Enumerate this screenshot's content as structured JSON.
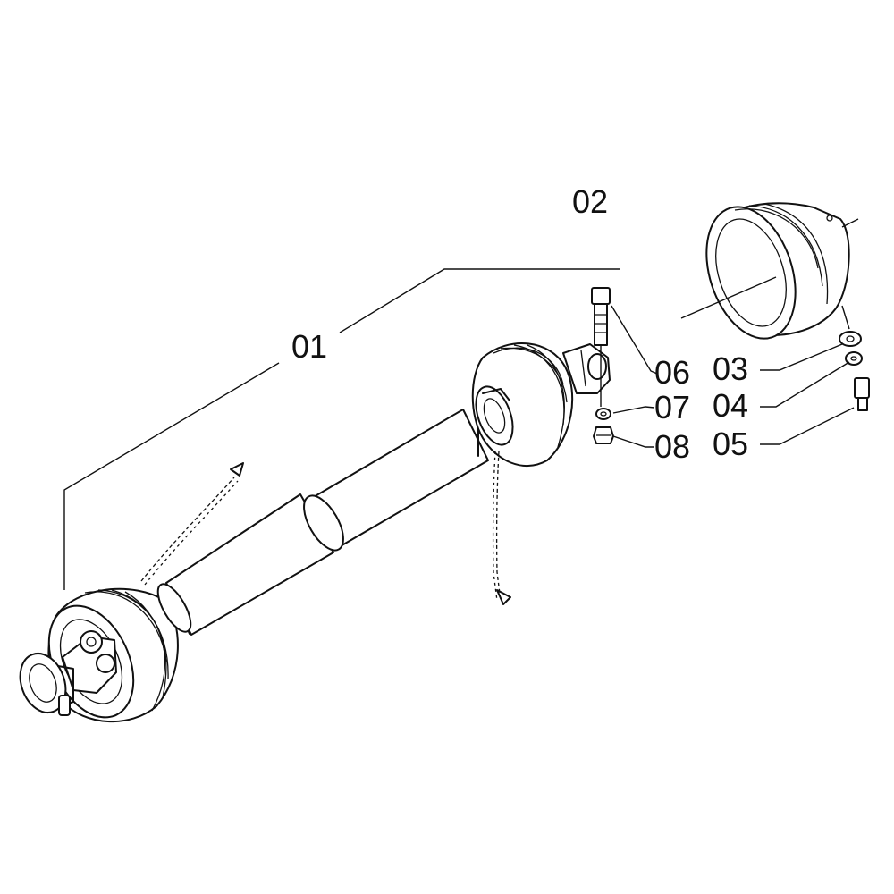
{
  "callouts": {
    "c01": "01",
    "c02": "02",
    "c03": "03",
    "c04": "04",
    "c05": "05",
    "c06": "06",
    "c07": "07",
    "c08": "08"
  }
}
